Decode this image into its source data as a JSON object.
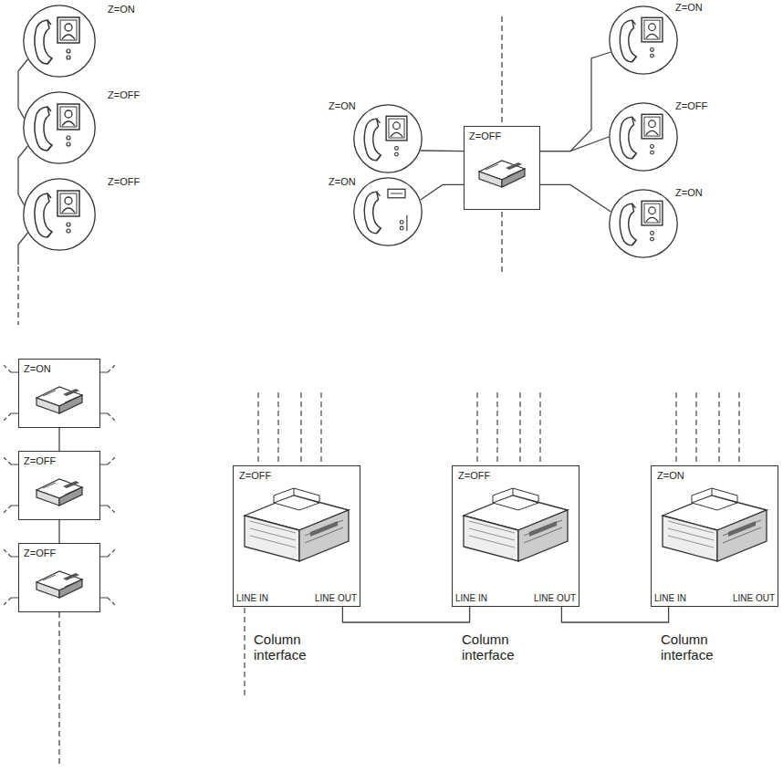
{
  "diagram": {
    "nodes": [
      {
        "text": [
          "Z=ON"
        ]
      },
      {
        "text": [
          "Z=OFF"
        ]
      },
      {
        "text": [
          "Z=OFF"
        ]
      },
      {
        "text": [
          "Z=ON"
        ]
      },
      {
        "text": [
          "Z=ON"
        ]
      },
      {
        "text": [
          "Z=OFF"
        ]
      },
      {
        "text": [
          "Z=ON"
        ]
      },
      {
        "text": [
          "Z=OFF"
        ]
      },
      {
        "text": [
          "Z=ON"
        ]
      },
      {
        "text": [
          "Z=ON"
        ]
      },
      {
        "text": [
          "Z=OFF"
        ]
      },
      {
        "text": [
          "Z=OFF"
        ]
      },
      {
        "text": [
          "Z=OFF",
          "LINE IN",
          "LINE OUT",
          "Column interface"
        ]
      },
      {
        "text": [
          "Z=OFF",
          "LINE IN",
          "LINE OUT",
          "Column interface"
        ]
      },
      {
        "text": [
          "Z=ON",
          "LINE IN",
          "LINE OUT",
          "Column interface"
        ]
      }
    ],
    "edges": [
      {
        "from": 0,
        "to": 1,
        "arrow": "none"
      },
      {
        "from": 1,
        "to": 2,
        "arrow": "none"
      },
      {
        "from": 5,
        "to": 3,
        "arrow": "none"
      },
      {
        "from": 5,
        "to": 4,
        "arrow": "none"
      },
      {
        "from": 5,
        "to": 6,
        "arrow": "none"
      },
      {
        "from": 5,
        "to": 7,
        "arrow": "none"
      },
      {
        "from": 5,
        "to": 8,
        "arrow": "none"
      },
      {
        "from": 9,
        "to": 10,
        "arrow": "none"
      },
      {
        "from": 10,
        "to": 11,
        "arrow": "none"
      },
      {
        "from": 12,
        "to": 13,
        "arrow": "none"
      },
      {
        "from": 13,
        "to": 14,
        "arrow": "none"
      }
    ]
  }
}
